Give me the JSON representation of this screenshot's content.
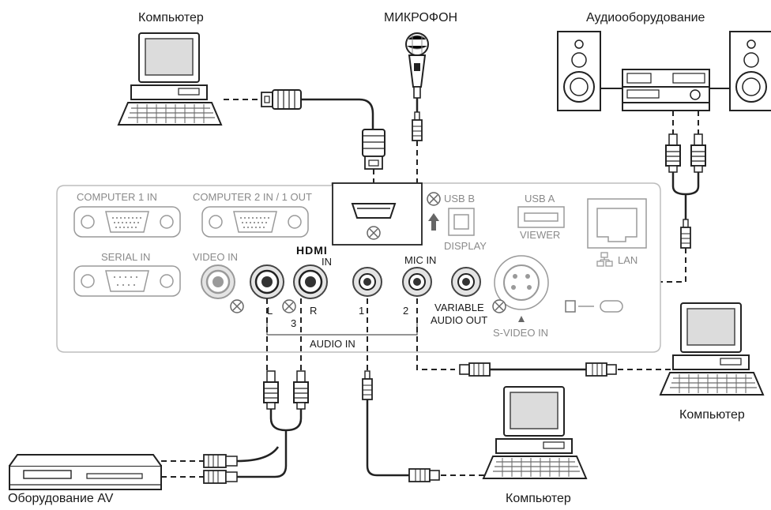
{
  "captions": {
    "computer_top": "Компьютер",
    "microphone": "МИКРОФОН",
    "audio_equipment": "Аудиооборудование",
    "computer_right": "Компьютер",
    "computer_bottom": "Компьютер",
    "av_equipment": "Оборудование AV"
  },
  "panel": {
    "computer1_in": "COMPUTER 1 IN",
    "computer2_in_out": "COMPUTER 2 IN / 1 OUT",
    "serial_in": "SERIAL IN",
    "video_in": "VIDEO IN",
    "hdmi_logo": "HDMI",
    "hdmi_in": "IN",
    "usb_b": "USB B",
    "display": "DISPLAY",
    "usb_a": "USB A",
    "viewer": "VIEWER",
    "lan": "LAN",
    "mic_in": "MIC IN",
    "variable_audio_out_1": "VARIABLE",
    "variable_audio_out_2": "AUDIO OUT",
    "s_video_in": "S-VIDEO IN",
    "audio_in": "AUDIO IN",
    "jack_l": "L",
    "jack_r": "R",
    "jack_3": "3",
    "jack_1": "1",
    "jack_2": "2"
  }
}
